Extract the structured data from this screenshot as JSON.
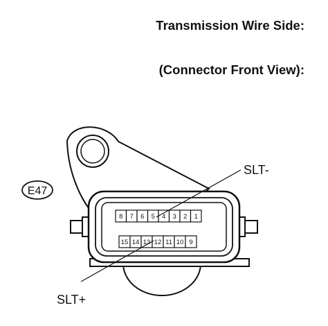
{
  "headings": {
    "line1": "Transmission Wire Side:",
    "line2": "(Connector Front View):"
  },
  "connector": {
    "code": "E47",
    "top_row_pins": [
      "8",
      "7",
      "6",
      "5",
      "4",
      "3",
      "2",
      "1"
    ],
    "bottom_row_pins": [
      "15",
      "14",
      "13",
      "12",
      "11",
      "10",
      "9"
    ]
  },
  "callouts": {
    "slt_minus": "SLT-",
    "slt_plus": "SLT+"
  }
}
